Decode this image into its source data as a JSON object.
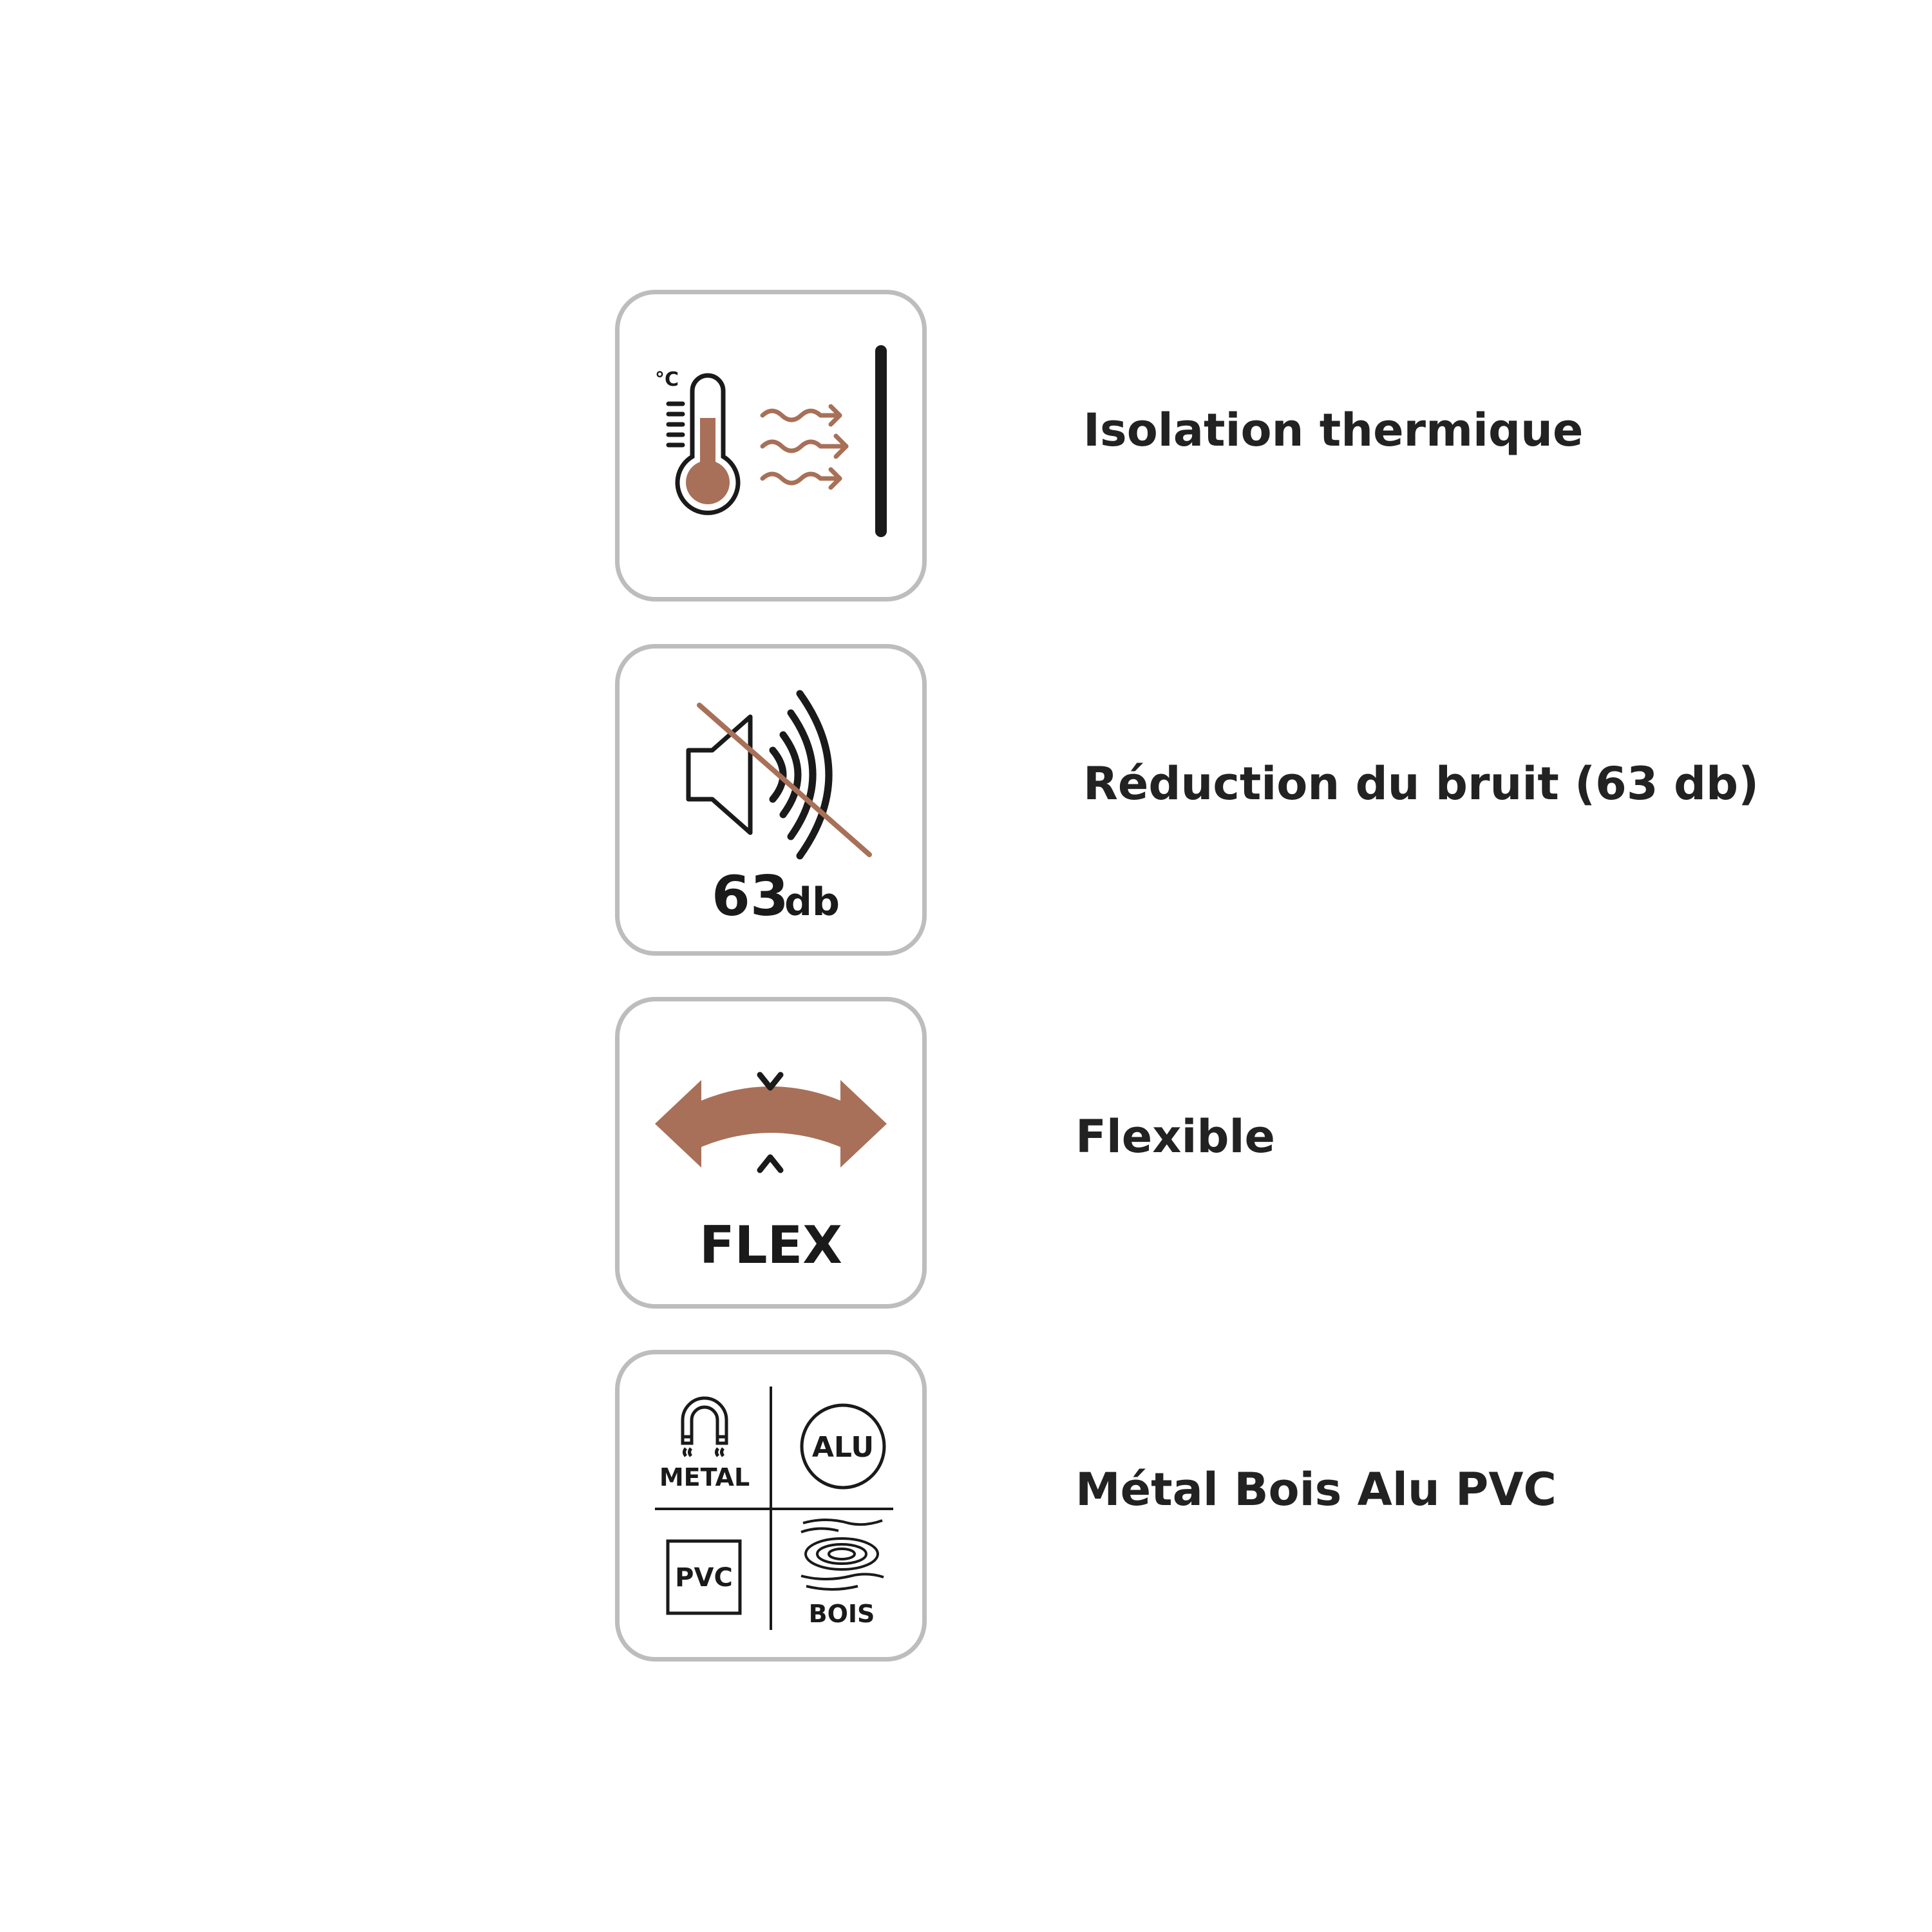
{
  "features": [
    {
      "label": "Isolation thermique",
      "icon": "thermometer-heat-wall-icon",
      "unit_symbol": "°C"
    },
    {
      "label": "Réduction du bruit (63 db)",
      "icon": "speaker-muted-icon",
      "badge_value": "63",
      "badge_unit": "db"
    },
    {
      "label": "Flexible",
      "icon": "flex-arrows-icon",
      "badge_text": "FLEX"
    },
    {
      "label": "Métal Bois Alu PVC",
      "icon": "materials-grid-icon",
      "materials": {
        "metal": "METAL",
        "alu": "ALU",
        "pvc": "PVC",
        "bois": "BOIS"
      }
    }
  ],
  "colors": {
    "accent": "#a87058",
    "ink": "#1a1a1a",
    "tile_border": "#bdbdbd",
    "background": "#ffffff"
  }
}
